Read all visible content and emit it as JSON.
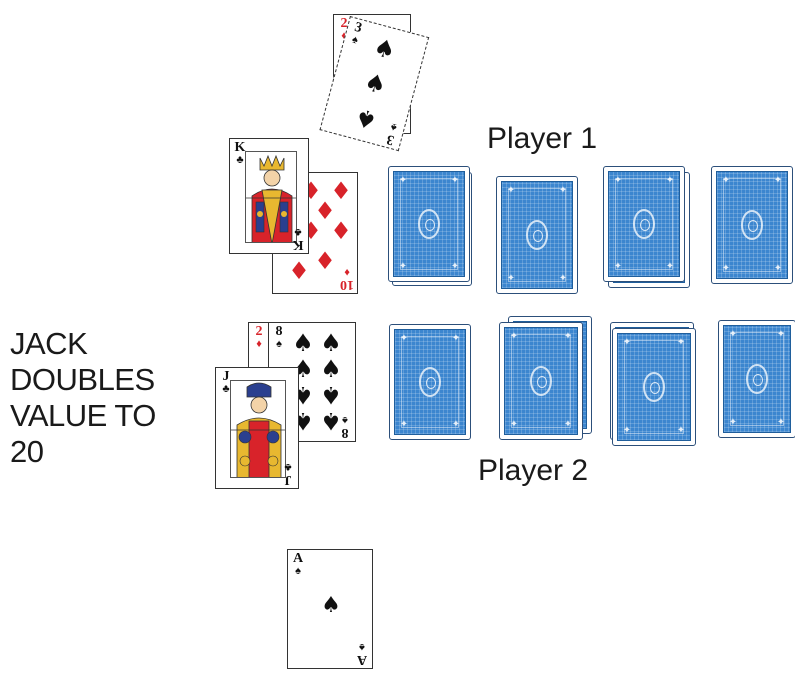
{
  "labels": {
    "player1": "Player 1",
    "player2": "Player 2",
    "note": [
      "JACK",
      "DOUBLES",
      "VALUE TO",
      "20"
    ]
  },
  "cards": {
    "top_pile_under": {
      "rank": "2",
      "suit": "♦",
      "color": "#d8232a"
    },
    "top_pile_over": {
      "rank": "3",
      "suit": "♠",
      "color": "#111111"
    },
    "p1_king": {
      "rank": "K",
      "suit": "♣",
      "color": "#111111"
    },
    "p1_ten": {
      "rank": "10",
      "suit": "♦",
      "color": "#d8232a"
    },
    "p2_two": {
      "rank": "2",
      "suit": "♦",
      "color": "#d8232a"
    },
    "p2_eight": {
      "rank": "8",
      "suit": "♠",
      "color": "#111111"
    },
    "p2_jack": {
      "rank": "J",
      "suit": "♣",
      "color": "#111111"
    },
    "bottom_ace": {
      "rank": "A",
      "suit": "♠",
      "color": "#111111"
    }
  },
  "card_back_color": "#3c86cf",
  "icons": {
    "spade": "spade-icon",
    "club": "club-icon",
    "diamond": "diamond-icon"
  }
}
